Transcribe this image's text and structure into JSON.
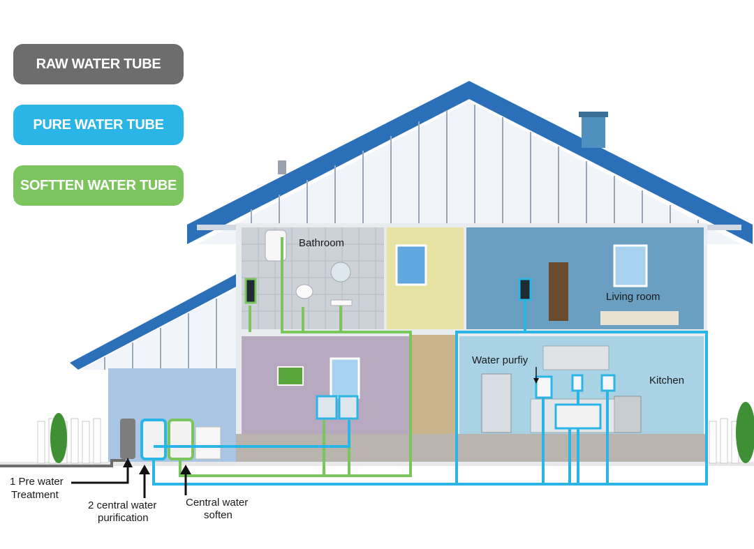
{
  "legend": {
    "raw": {
      "label": "RAW WATER TUBE",
      "color": "#6d6d6d"
    },
    "pure": {
      "label": "PURE WATER TUBE",
      "color": "#2bb5e6"
    },
    "soften": {
      "label": "SOFTTEN WATER TUBE",
      "color": "#7cc45e"
    }
  },
  "rooms": {
    "bathroom": "Bathroom",
    "living_room": "Living room",
    "kitchen": "Kitchen",
    "water_purifier": "Water purfiy"
  },
  "equipment": {
    "pre_treatment_line1": "1 Pre water",
    "pre_treatment_line2": "Treatment",
    "central_purification_line1": "2 central water",
    "central_purification_line2": "purification",
    "central_soften_line1": "Central water",
    "central_soften_line2": "soften"
  }
}
